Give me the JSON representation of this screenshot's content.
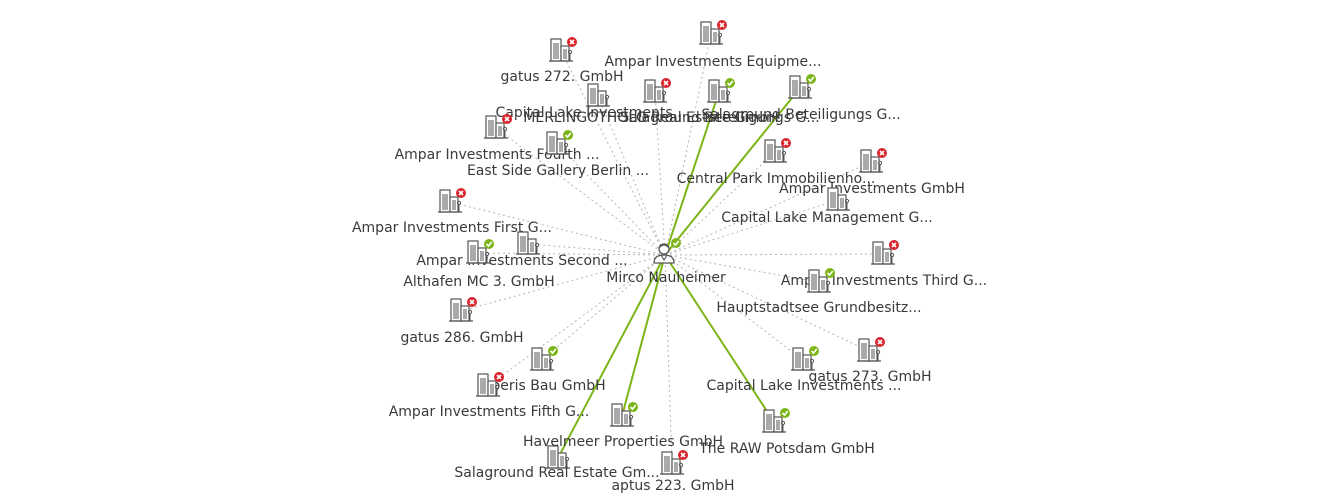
{
  "colors": {
    "active": "#7cb518",
    "inactive": "#d9232d",
    "icon": "#555555",
    "edge_inactive": "#b5b5b5"
  },
  "center": {
    "label": "Mirco Nauheimer",
    "icon": "person-icon",
    "status": "active"
  },
  "nodes": [
    {
      "id": "n1",
      "label": "gatus 272. GmbH",
      "status": "inactive",
      "link": "dotted"
    },
    {
      "id": "n2",
      "label": "Ampar Investments Equipme...",
      "status": "inactive",
      "link": "dotted"
    },
    {
      "id": "n3",
      "label": "Capital Lake Investments ...",
      "status": "none",
      "link": "dotted"
    },
    {
      "id": "n4",
      "label": "MERLINGOTHOLG Real Estate GmbH",
      "status": "inactive",
      "link": "dotted"
    },
    {
      "id": "n5",
      "label": "Salaground Beteiligungs G...",
      "status": "active",
      "link": "solid"
    },
    {
      "id": "n6",
      "label": "Salaground Beteiligungs G...",
      "status": "active",
      "link": "solid"
    },
    {
      "id": "n7",
      "label": "Ampar Investments Fourth ...",
      "status": "inactive",
      "link": "dotted"
    },
    {
      "id": "n8",
      "label": "East Side Gallery Berlin ...",
      "status": "active",
      "link": "dotted"
    },
    {
      "id": "n9",
      "label": "Central Park Immobilienho...",
      "status": "inactive",
      "link": "dotted"
    },
    {
      "id": "n10",
      "label": "Ampar Investments GmbH",
      "status": "inactive",
      "link": "dotted"
    },
    {
      "id": "n11",
      "label": "Capital Lake Management G...",
      "status": "none",
      "link": "dotted"
    },
    {
      "id": "n12",
      "label": "Ampar Investments First G...",
      "status": "inactive",
      "link": "dotted"
    },
    {
      "id": "n13",
      "label": "Ampar Investments Second ...",
      "status": "none",
      "link": "dotted"
    },
    {
      "id": "n14",
      "label": "Althafen MC 3. GmbH",
      "status": "active",
      "link": "dotted"
    },
    {
      "id": "n15",
      "label": "Ampar Investments Third G...",
      "status": "inactive",
      "link": "dotted"
    },
    {
      "id": "n16",
      "label": "Hauptstadtsee Grundbesitz...",
      "status": "active",
      "link": "dotted"
    },
    {
      "id": "n17",
      "label": "gatus 286. GmbH",
      "status": "inactive",
      "link": "dotted"
    },
    {
      "id": "n18",
      "label": "Operis Bau GmbH",
      "status": "active",
      "link": "dotted"
    },
    {
      "id": "n19",
      "label": "Ampar Investments Fifth G...",
      "status": "inactive",
      "link": "dotted"
    },
    {
      "id": "n20",
      "label": "Capital Lake Investments ...",
      "status": "active",
      "link": "dotted"
    },
    {
      "id": "n21",
      "label": "gatus 273. GmbH",
      "status": "inactive",
      "link": "dotted"
    },
    {
      "id": "n22",
      "label": "Havelmeer Properties GmbH",
      "status": "active",
      "link": "solid"
    },
    {
      "id": "n23",
      "label": "The RAW Potsdam GmbH",
      "status": "active",
      "link": "solid"
    },
    {
      "id": "n24",
      "label": "Salaground Real Estate Gm...",
      "status": "none",
      "link": "solid"
    },
    {
      "id": "n25",
      "label": "aptus 223. GmbH",
      "status": "inactive",
      "link": "dotted"
    }
  ]
}
